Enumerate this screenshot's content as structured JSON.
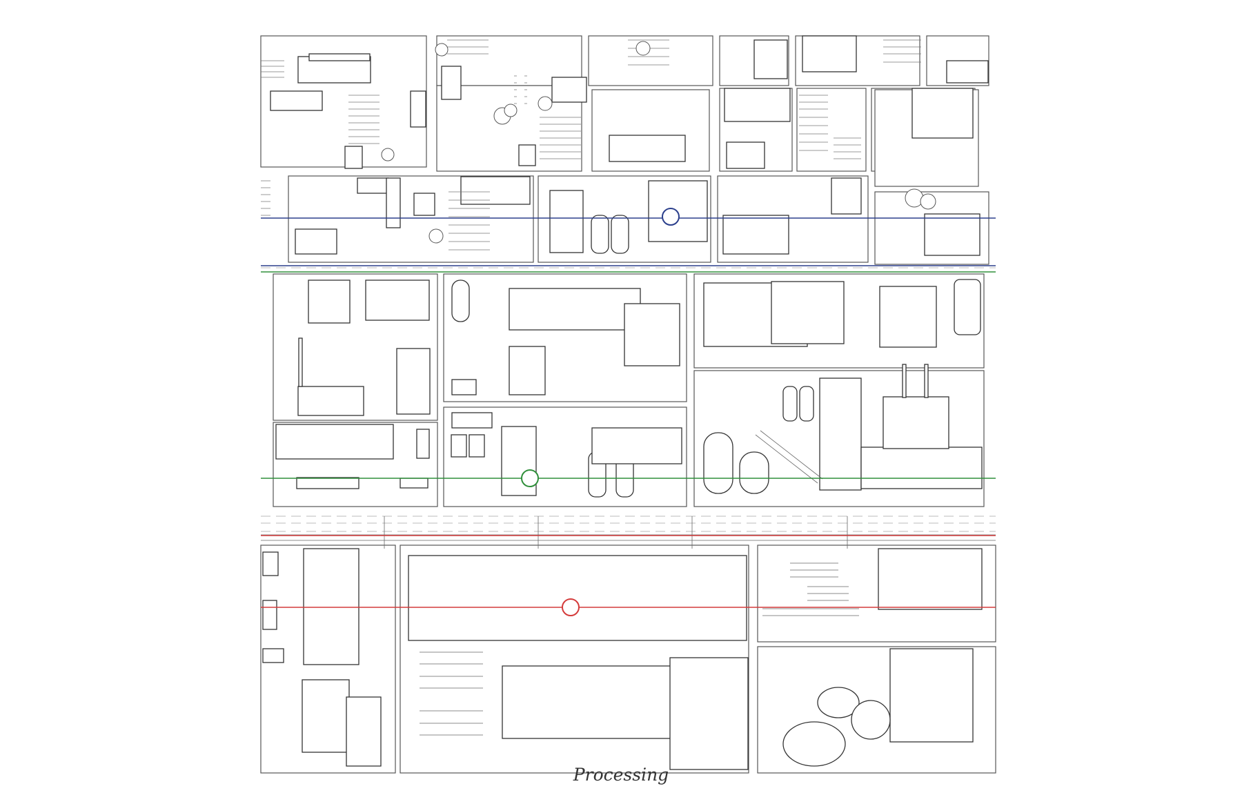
{
  "caption": "Processing",
  "colors": {
    "blue_line": "#2b3f8c",
    "green_line": "#2f8f3a",
    "red_line": "#d43a3a",
    "linework": "#333333"
  },
  "markers": [
    {
      "name": "blue-marker",
      "color": "#2b3f8c"
    },
    {
      "name": "green-marker",
      "color": "#2f8f3a"
    },
    {
      "name": "red-marker",
      "color": "#d43a3a"
    }
  ]
}
